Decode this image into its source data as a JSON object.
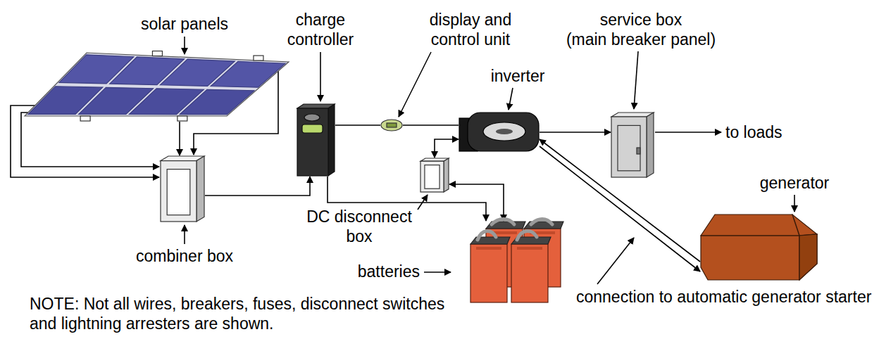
{
  "diagram": {
    "nodes": [
      {
        "text": [
          "solar panels"
        ]
      },
      {
        "text": [
          "charge controller"
        ]
      },
      {
        "text": [
          "display and control unit"
        ]
      },
      {
        "text": [
          "service box",
          "(main breaker panel)"
        ]
      },
      {
        "text": [
          "inverter"
        ]
      },
      {
        "text": [
          "generator"
        ]
      },
      {
        "text": [
          "DC disconnect box"
        ]
      },
      {
        "text": [
          "combiner box"
        ]
      },
      {
        "text": [
          "batteries"
        ]
      }
    ],
    "edges": [
      {
        "from": 0,
        "to": 7,
        "arrow": "to"
      },
      {
        "from": 7,
        "to": 1,
        "arrow": "to"
      },
      {
        "from": 1,
        "to": 2,
        "arrow": "none"
      },
      {
        "from": 2,
        "to": 4,
        "arrow": "none"
      },
      {
        "from": 1,
        "to": 8,
        "arrow": "to"
      },
      {
        "from": 6,
        "to": 8,
        "arrow": "both"
      },
      {
        "from": 6,
        "to": 4,
        "arrow": "both"
      },
      {
        "from": 4,
        "to": 3,
        "arrow": "to"
      },
      {
        "from": 5,
        "to": 4,
        "arrow": "to"
      },
      {
        "from": 4,
        "to": 5,
        "arrow": "to"
      }
    ],
    "labels": [
      "to loads",
      "connection to automatic generator starter",
      "NOTE: Not all wires, breakers, fuses, disconnect switches and lightning arresters are shown."
    ]
  }
}
